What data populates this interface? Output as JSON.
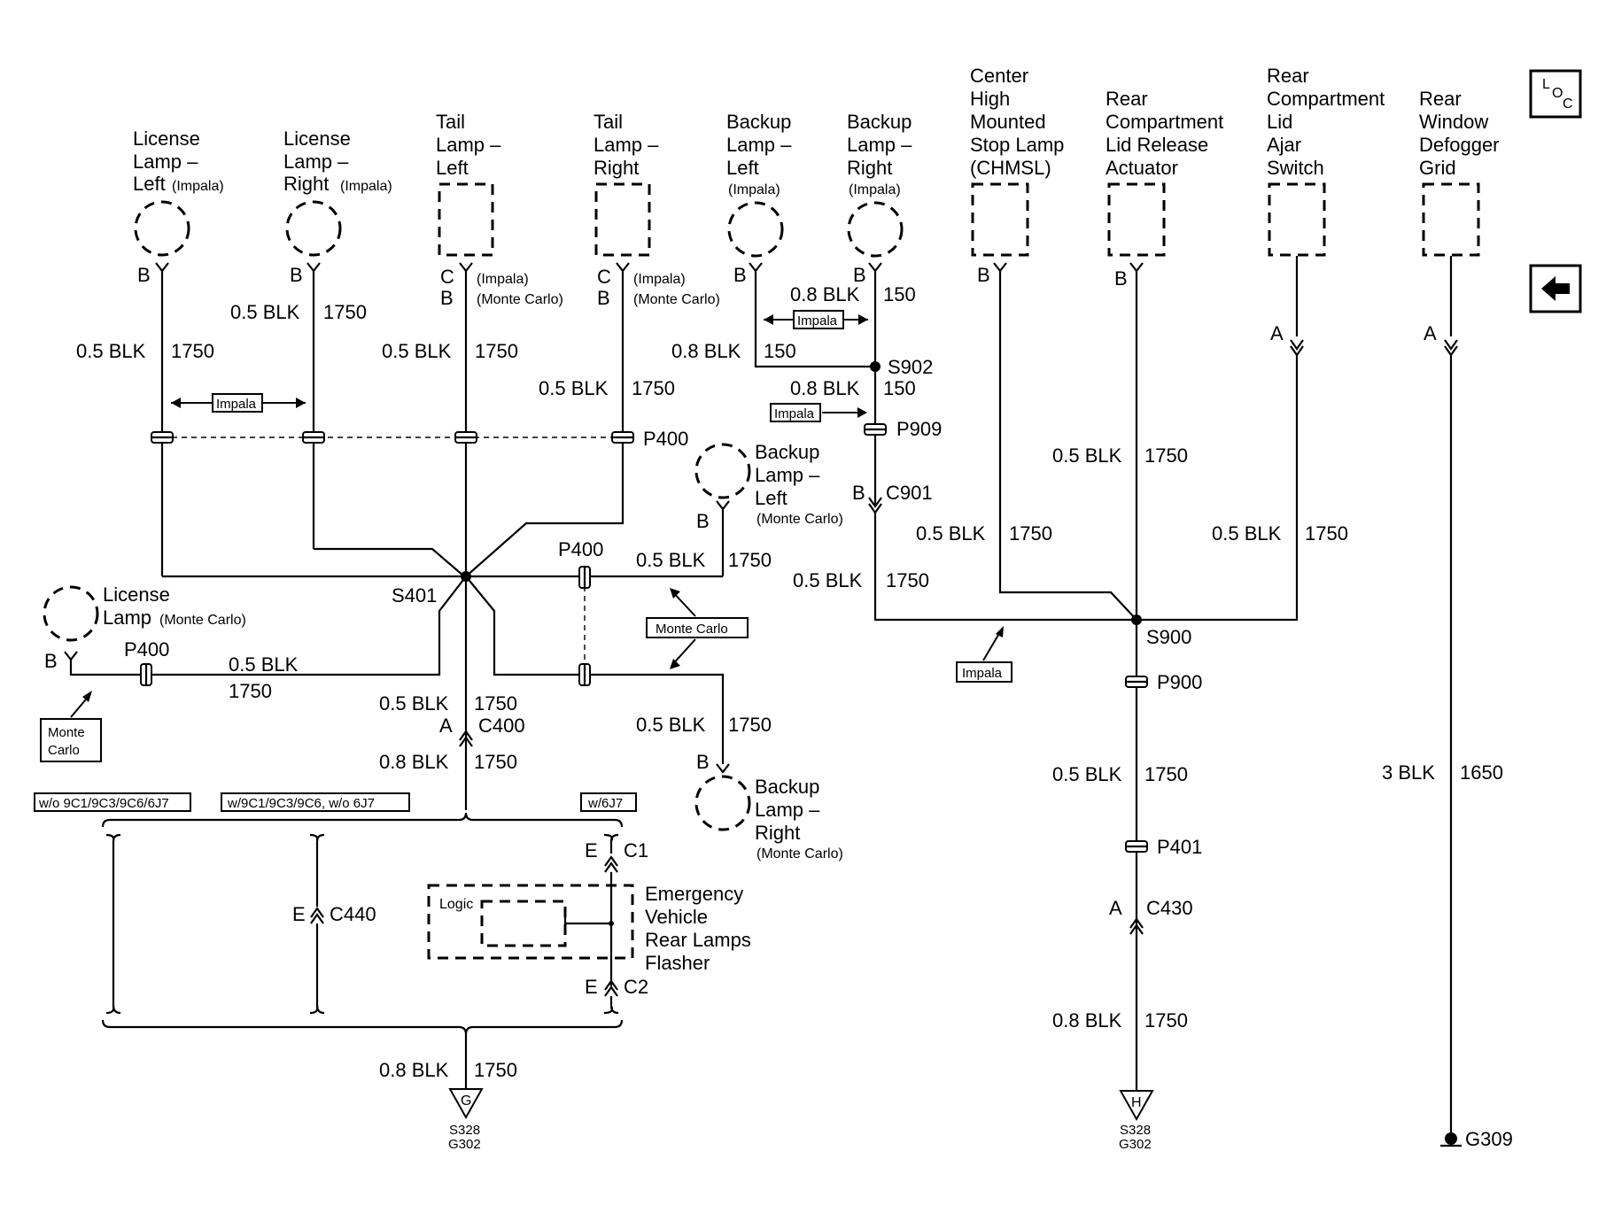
{
  "components": {
    "license_left": [
      "License",
      "Lamp –",
      "Left"
    ],
    "license_left_note": "(Impala)",
    "license_right": [
      "License",
      "Lamp –",
      "Right"
    ],
    "license_right_note": "(Impala)",
    "tail_left": [
      "Tail",
      "Lamp –",
      "Left"
    ],
    "tail_right": [
      "Tail",
      "Lamp –",
      "Right"
    ],
    "backup_left_top": [
      "Backup",
      "Lamp –",
      "Left"
    ],
    "backup_left_top_note": "(Impala)",
    "backup_right_top": [
      "Backup",
      "Lamp –",
      "Right"
    ],
    "backup_right_top_note": "(Impala)",
    "chmsl": [
      "Center",
      "High",
      "Mounted",
      "Stop Lamp",
      "(CHMSL)"
    ],
    "rear_comp_release": [
      "Rear",
      "Compartment",
      "Lid Release",
      "Actuator"
    ],
    "rear_comp_ajar": [
      "Rear",
      "Compartment",
      "Lid",
      "Ajar",
      "Switch"
    ],
    "rear_defogger": [
      "Rear",
      "Window",
      "Defogger",
      "Grid"
    ],
    "backup_left_mc": [
      "Backup",
      "Lamp –",
      "Left"
    ],
    "backup_left_mc_note": "(Monte Carlo)",
    "backup_right_mc": [
      "Backup",
      "Lamp –",
      "Right"
    ],
    "backup_right_mc_note": "(Monte Carlo)",
    "license_mc": [
      "License",
      "Lamp"
    ],
    "license_mc_note": "(Monte Carlo)",
    "flasher": [
      "Emergency",
      "Vehicle",
      "Rear Lamps",
      "Flasher"
    ],
    "logic": "Logic"
  },
  "pins": {
    "b": "B",
    "c": "C",
    "a": "A",
    "e": "E",
    "g": "G",
    "h": "H",
    "impala_paren": "(Impala)",
    "mc_paren": "(Monte Carlo)"
  },
  "wires": {
    "blk05": "0.5 BLK",
    "blk08": "0.8 BLK",
    "blk3": "3 BLK",
    "c1750": "1750",
    "c150": "150",
    "c1650": "1650"
  },
  "connectors": {
    "s902": "S902",
    "p909": "P909",
    "c901": "C901",
    "p400": "P400",
    "s401": "S401",
    "c400": "C400",
    "c440": "C440",
    "c1": "C1",
    "c2": "C2",
    "s900": "S900",
    "p900": "P900",
    "p401": "P401",
    "c430": "C430",
    "g309": "G309",
    "s328": "S328",
    "g302": "G302"
  },
  "boxes": {
    "impala": "Impala",
    "monte_carlo": "Monte Carlo",
    "monte": "Monte",
    "carlo": "Carlo",
    "opt1": "w/o 9C1/9C3/9C6/6J7",
    "opt2": "w/9C1/9C3/9C6, w/o 6J7",
    "opt3": "w/6J7"
  },
  "nav": {
    "loc_l": "L",
    "loc_o": "O",
    "loc_c": "C"
  }
}
